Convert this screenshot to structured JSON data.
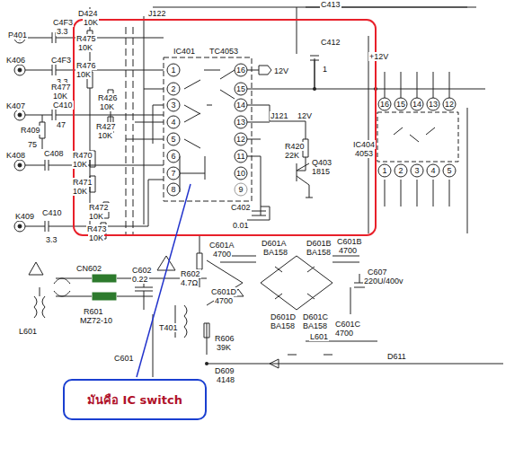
{
  "diagram": {
    "nodes": [
      {
        "text": [
          "มันคือ IC switch"
        ]
      }
    ],
    "labels": [
      "P401",
      "C4F3",
      "3.3",
      "D424",
      "10K",
      "R475",
      "10K",
      "K406",
      "C4F3",
      "3.3",
      "R476",
      "10K",
      "R477",
      "10K",
      "R426",
      "10K",
      "K407",
      "C410",
      "47",
      "R427",
      "10K",
      "R409",
      "75",
      "K408",
      "C408",
      "R470",
      "10K",
      "R471",
      "10K",
      "R472",
      "10K",
      "K409",
      "C410",
      "3.3",
      "R473",
      "10K",
      "J122",
      "C413",
      "IC401",
      "TC4053",
      "1",
      "2",
      "3",
      "4",
      "5",
      "6",
      "7",
      "8",
      "16",
      "15",
      "14",
      "13",
      "12",
      "11",
      "10",
      "9",
      "12V",
      "C412",
      "1",
      "+12V",
      "J121",
      "12V",
      "R420",
      "22K",
      "Q403",
      "1815",
      "C402",
      "0.01",
      "IC404",
      "4053",
      "16",
      "15",
      "14",
      "13",
      "12",
      "1",
      "2",
      "3",
      "4",
      "5",
      "C601A",
      "4700",
      "D601A",
      "BA158",
      "D601B",
      "BA158",
      "C601B",
      "4700",
      "R602",
      "4.7Ω",
      "C602",
      "0.22",
      "C601D",
      "4700",
      "D601D",
      "BA158",
      "D601C",
      "BA158",
      "C607",
      "220U/400v",
      "C601C",
      "4700",
      "CN602",
      "L601",
      "R601",
      "MZ72-10",
      "T401",
      "R606",
      "39K",
      "C601",
      "L601",
      "D609",
      "4148",
      "D611"
    ]
  }
}
